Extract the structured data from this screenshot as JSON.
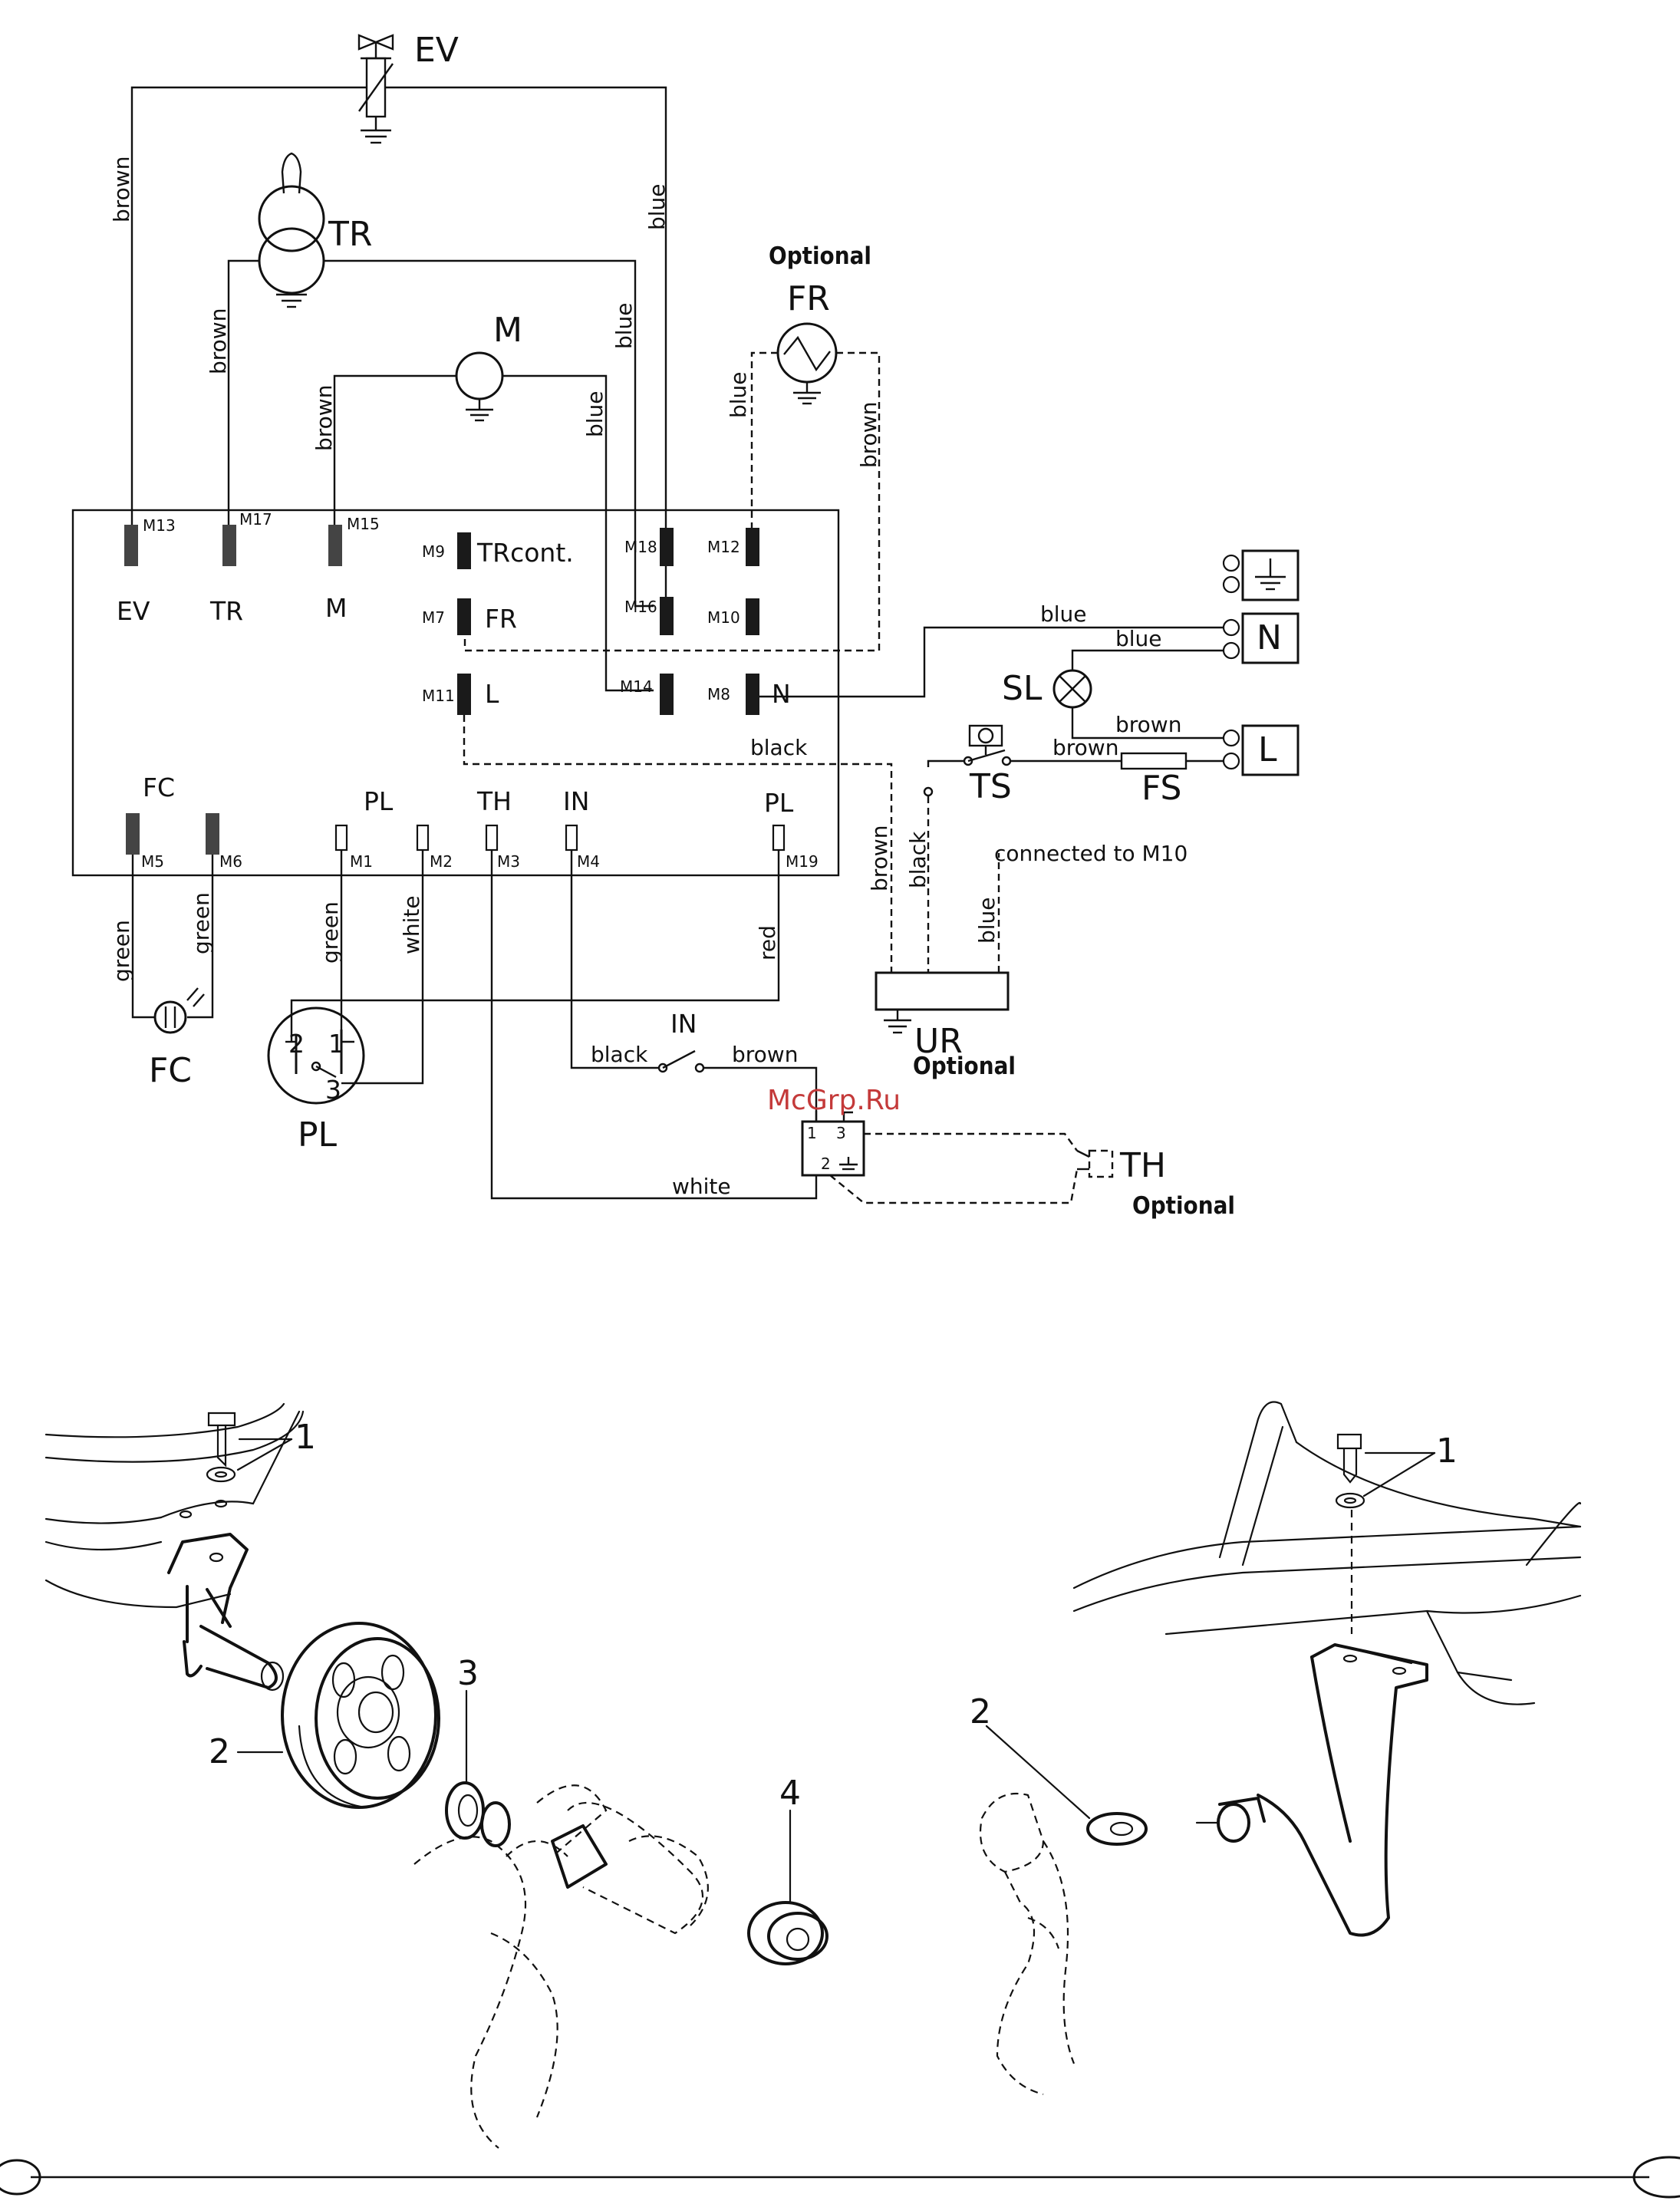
{
  "components": {
    "ev": "EV",
    "tr": "TR",
    "motor": "M",
    "fr": "FR",
    "fr_optional": "Optional",
    "sl": "SL",
    "ts": "TS",
    "fs": "FS",
    "ur": "UR",
    "ur_optional": "Optional",
    "fc": "FC",
    "pl": "PL",
    "in": "IN",
    "th": "TH",
    "th_optional": "Optional",
    "n": "N",
    "l": "L"
  },
  "board": {
    "top_terminals": [
      {
        "id": "M13",
        "label": "EV"
      },
      {
        "id": "M17",
        "label": "TR"
      },
      {
        "id": "M15",
        "label": "M"
      },
      {
        "id": "M9",
        "label": "TRcont."
      },
      {
        "id": "M7",
        "label": "FR"
      },
      {
        "id": "M11",
        "label": "L"
      },
      {
        "id": "M18",
        "label": ""
      },
      {
        "id": "M16",
        "label": ""
      },
      {
        "id": "M14",
        "label": ""
      },
      {
        "id": "M12",
        "label": ""
      },
      {
        "id": "M10",
        "label": ""
      },
      {
        "id": "M8",
        "label": "N"
      }
    ],
    "bottom_groups": {
      "fc": "FC",
      "pl_left": "PL",
      "th": "TH",
      "in": "IN",
      "pl_right": "PL"
    },
    "bottom_terminals": [
      "M5",
      "M6",
      "M1",
      "M2",
      "M3",
      "M4",
      "M19"
    ]
  },
  "wires": {
    "brown": "brown",
    "blue": "blue",
    "black": "black",
    "green": "green",
    "white": "white",
    "red": "red"
  },
  "plug_pins": {
    "p1": "1",
    "p2": "2",
    "p3": "3"
  },
  "th_block": {
    "p1": "1",
    "p2": "2",
    "p3": "3"
  },
  "connected_note": "connected to M10",
  "watermark": "McGrp.Ru",
  "callouts": {
    "c1": "1",
    "c2": "2",
    "c3": "3",
    "c4": "4",
    "r1": "1",
    "r2": "2"
  }
}
